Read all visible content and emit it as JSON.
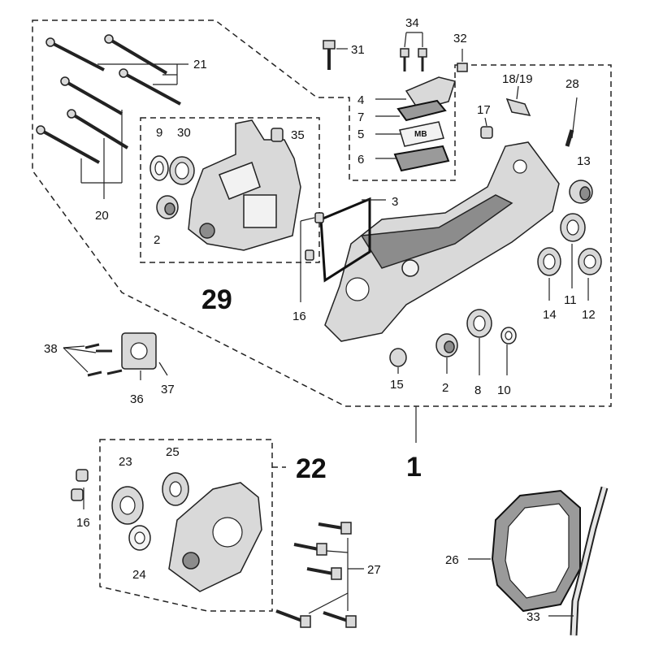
{
  "diagram": {
    "callouts": {
      "c1": "1",
      "c2a": "2",
      "c2b": "2",
      "c3": "3",
      "c4": "4",
      "c5": "5",
      "c6": "6",
      "c7": "7",
      "c8": "8",
      "c9": "9",
      "c10": "10",
      "c11": "11",
      "c12": "12",
      "c13": "13",
      "c14": "14",
      "c15": "15",
      "c16a": "16",
      "c16b": "16",
      "c17": "17",
      "c1819": "18/19",
      "c20": "20",
      "c21": "21",
      "c22": "22",
      "c23": "23",
      "c24": "24",
      "c25": "25",
      "c26": "26",
      "c27": "27",
      "c28": "28",
      "c29": "29",
      "c30": "30",
      "c31": "31",
      "c32": "32",
      "c33": "33",
      "c34": "34",
      "c35": "35",
      "c36": "36",
      "c37": "37",
      "c38": "38"
    },
    "reed_label": "MB"
  }
}
